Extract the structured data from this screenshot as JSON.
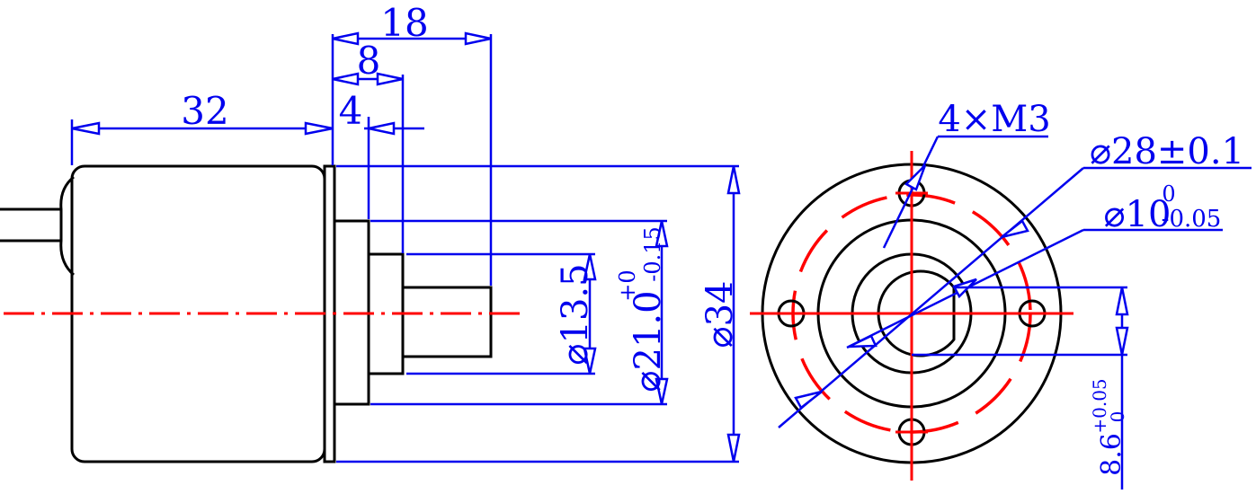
{
  "colors": {
    "outline": "#000000",
    "dimension": "#0000ee",
    "centerline": "#ff0000",
    "background": "#ffffff"
  },
  "side_view": {
    "dim_body_length": "32",
    "dim_flange": "4",
    "dim_boss": "8",
    "dim_shaft_length": "18",
    "dim_shaft_dia": "⌀13.5",
    "dim_boss_dia": "⌀21.0",
    "dim_boss_tol_upper": "+0",
    "dim_boss_tol_lower": "-0.15",
    "dim_body_dia": "⌀34"
  },
  "front_view": {
    "dim_holes": "4×M3",
    "dim_pcd": "⌀28±0.1",
    "dim_shaft_dia": "⌀10",
    "dim_shaft_tol_upper": "0",
    "dim_shaft_tol_lower": "-0.05",
    "dim_flat": "8.6",
    "dim_flat_tol_upper": "+0.05",
    "dim_flat_tol_lower": "0"
  }
}
